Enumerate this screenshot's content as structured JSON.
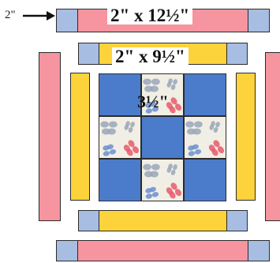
{
  "diagram": {
    "labels": {
      "outer_strip": "2\" x 12½\"",
      "inner_strip": "2\" x 9½\"",
      "square": "3½\"",
      "side_width": "2\""
    },
    "colors": {
      "pink": "#f6949f",
      "yellow": "#fdd33c",
      "blue": "#4b7ccb",
      "corner_blue": "#a7bde2",
      "print_bg": "#f1efe5",
      "print_pink": "#e85a6c",
      "print_gray": "#9aa6b8",
      "print_blue": "#6b8fd0",
      "outline": "#2b2b2b"
    },
    "nine_patch": [
      [
        "blue",
        "print",
        "blue"
      ],
      [
        "print",
        "blue",
        "print"
      ],
      [
        "blue",
        "print",
        "blue"
      ]
    ]
  }
}
